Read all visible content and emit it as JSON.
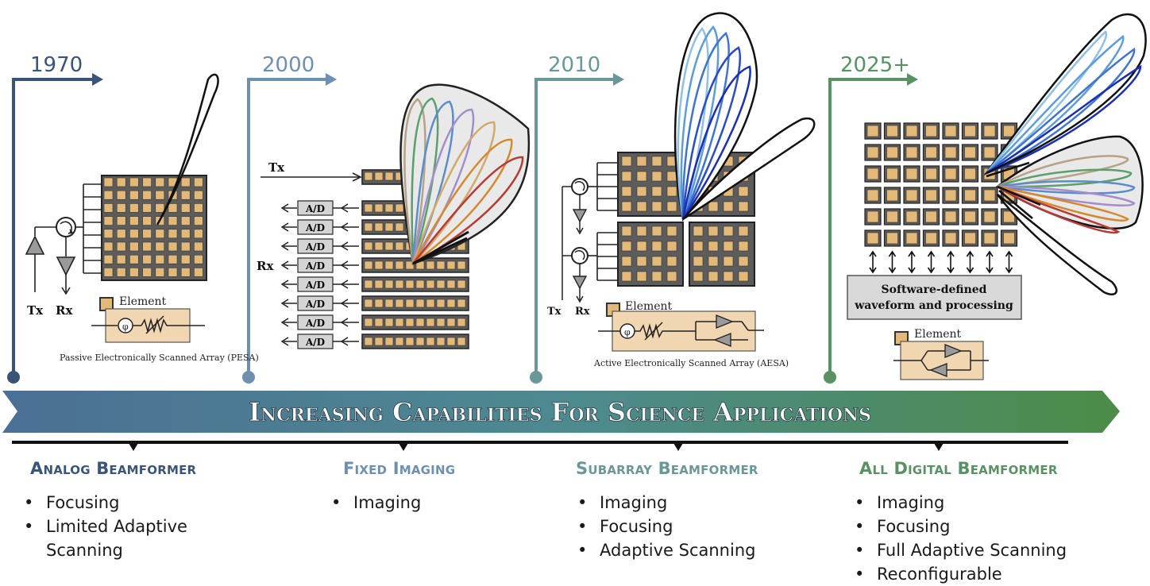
{
  "banner": {
    "text": "Increasing Capabilities For Science Applications"
  },
  "years": [
    {
      "label": "1970",
      "color": "#3a5478"
    },
    {
      "label": "2000",
      "color": "#6f8fb1"
    },
    {
      "label": "2010",
      "color": "#6a9797"
    },
    {
      "label": "2025+",
      "color": "#5a9164"
    }
  ],
  "diagrams": {
    "pesa": {
      "tx": "Tx",
      "rx": "Rx",
      "element": "Element",
      "caption": "Passive Electronically Scanned Array (PESA)"
    },
    "fixed": {
      "tx": "Tx",
      "rx": "Rx",
      "adc": "A/D"
    },
    "aesa": {
      "tx": "Tx",
      "rx": "Rx",
      "element": "Element",
      "caption": "Active Electronically Scanned Array (AESA)"
    },
    "digital": {
      "software_line1": "Software-defined",
      "software_line2": "waveform and processing",
      "element": "Element"
    }
  },
  "eras": [
    {
      "title": "Analog Beamformer",
      "color": "#3b5577",
      "bullets": [
        "Focusing",
        "Limited Adaptive",
        "Scanning"
      ]
    },
    {
      "title": "Fixed Imaging",
      "color": "#6e8fb0",
      "bullets": [
        "Imaging"
      ]
    },
    {
      "title": "Subarray Beamformer",
      "color": "#6a9797",
      "bullets": [
        "Imaging",
        "Focusing",
        "Adaptive Scanning"
      ]
    },
    {
      "title": "All Digital Beamformer",
      "color": "#5a9164",
      "bullets": [
        "Imaging",
        "Focusing",
        "Full Adaptive Scanning",
        "Reconfigurable"
      ]
    }
  ]
}
